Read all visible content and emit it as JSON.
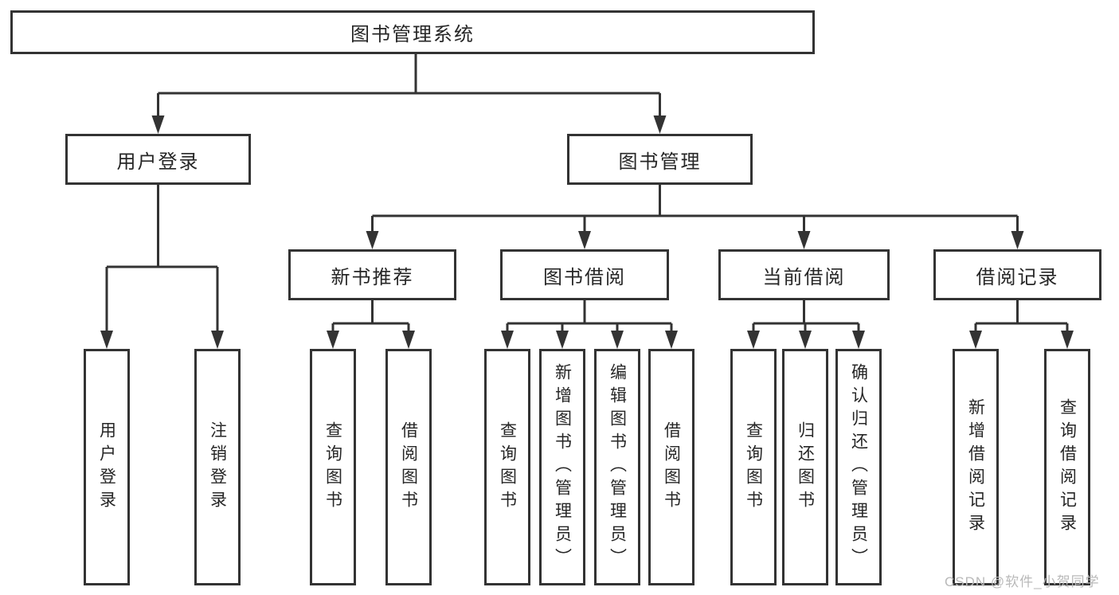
{
  "tree": {
    "label": "图书管理系统",
    "children": [
      {
        "label": "用户登录",
        "children": [
          {
            "label": "用户登录"
          },
          {
            "label": "注销登录"
          }
        ]
      },
      {
        "label": "图书管理",
        "children": [
          {
            "label": "新书推荐",
            "children": [
              {
                "label": "查询图书"
              },
              {
                "label": "借阅图书"
              }
            ]
          },
          {
            "label": "图书借阅",
            "children": [
              {
                "label": "查询图书"
              },
              {
                "label": "新增图书（管理员）"
              },
              {
                "label": "编辑图书（管理员）"
              },
              {
                "label": "借阅图书"
              }
            ]
          },
          {
            "label": "当前借阅",
            "children": [
              {
                "label": "查询图书"
              },
              {
                "label": "归还图书"
              },
              {
                "label": "确认归还（管理员）"
              }
            ]
          },
          {
            "label": "借阅记录",
            "children": [
              {
                "label": "新增借阅记录"
              },
              {
                "label": "查询借阅记录"
              }
            ]
          }
        ]
      }
    ]
  },
  "watermark": {
    "text": "CSDN @软件_小贺同学"
  },
  "colors": {
    "line": "#333333",
    "box_border": "#333333",
    "box_fill": "#ffffff",
    "text": "#262626",
    "watermark": "#b9b9b9",
    "background": "#ffffff"
  }
}
